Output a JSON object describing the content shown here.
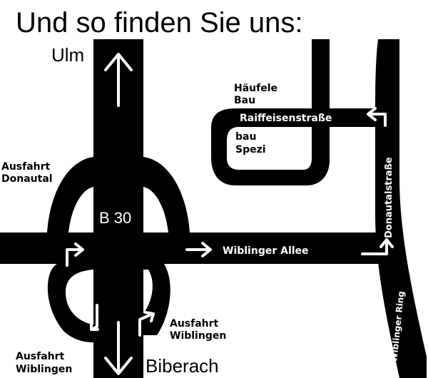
{
  "title": "Und so finden Sie uns:",
  "places": {
    "ulm": "Ulm",
    "biberach": "Biberach",
    "haeufele_line1": "Häufele",
    "haeufele_line2": "Bau",
    "bauspezi_line1": "bau",
    "bauspezi_line2": "Spezi"
  },
  "exits": {
    "donautal_line1": "Ausfahrt",
    "donautal_line2": "Donautal",
    "wiblingen_right_line1": "Ausfahrt",
    "wiblingen_right_line2": "Wiblingen",
    "wiblingen_left_line1": "Ausfahrt",
    "wiblingen_left_line2": "Wiblingen"
  },
  "roads": {
    "b30": "B 30",
    "wiblinger_allee": "Wiblinger Allee",
    "raiffeisenstrasse": "Raiffeisenstraße",
    "donautalstrasse": "Donautalstraße",
    "wiblinger_ring": "Wiblinger Ring"
  },
  "colors": {
    "road": "#000000",
    "background": "#ffffff",
    "marking": "#ffffff"
  }
}
